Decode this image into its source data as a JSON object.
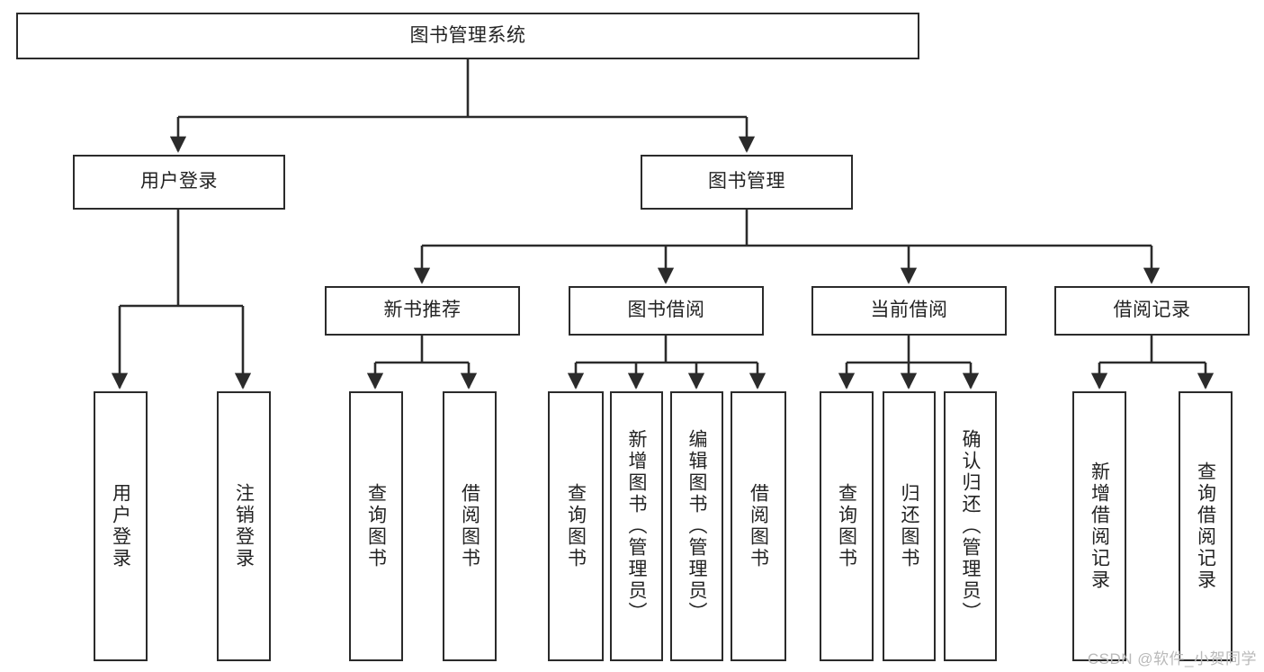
{
  "diagram": {
    "type": "hierarchy-tree",
    "title": "图书管理系统",
    "edge_color": "#2b2b2b",
    "box_border_color": "#2b2b2b",
    "box_fill": "#ffffff",
    "text_color": "#232323",
    "nodes": {
      "root": {
        "label": "图书管理系统"
      },
      "level1": [
        {
          "id": "user-login",
          "label": "用户登录"
        },
        {
          "id": "book-manage",
          "label": "图书管理"
        }
      ],
      "level2": [
        {
          "id": "new-book-recommend",
          "label": "新书推荐"
        },
        {
          "id": "book-borrow",
          "label": "图书借阅"
        },
        {
          "id": "current-borrow",
          "label": "当前借阅"
        },
        {
          "id": "borrow-record",
          "label": "借阅记录"
        }
      ],
      "leaves": {
        "user-login": [
          {
            "id": "leaf-user-login",
            "label": "用户登录"
          },
          {
            "id": "leaf-logout",
            "label": "注销登录"
          }
        ],
        "new-book-recommend": [
          {
            "id": "leaf-query-book-1",
            "label": "查询图书"
          },
          {
            "id": "leaf-borrow-book-1",
            "label": "借阅图书"
          }
        ],
        "book-borrow": [
          {
            "id": "leaf-query-book-2",
            "label": "查询图书"
          },
          {
            "id": "leaf-add-book",
            "label": "新增图书（管理员）"
          },
          {
            "id": "leaf-edit-book",
            "label": "编辑图书（管理员）"
          },
          {
            "id": "leaf-borrow-book-2",
            "label": "借阅图书"
          }
        ],
        "current-borrow": [
          {
            "id": "leaf-query-book-3",
            "label": "查询图书"
          },
          {
            "id": "leaf-return-book",
            "label": "归还图书"
          },
          {
            "id": "leaf-confirm-return",
            "label": "确认归还（管理员）"
          }
        ],
        "borrow-record": [
          {
            "id": "leaf-add-record",
            "label": "新增借阅记录"
          },
          {
            "id": "leaf-query-record",
            "label": "查询借阅记录"
          }
        ]
      }
    },
    "watermark": "CSDN @软件_小贺同学"
  }
}
